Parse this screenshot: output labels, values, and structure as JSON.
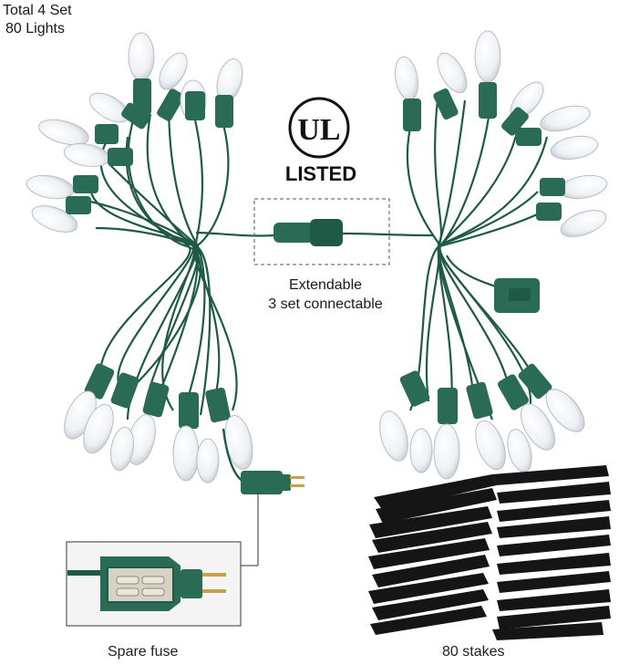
{
  "texts": {
    "total_sets": "Total 4 Set",
    "light_count": "80 Lights",
    "extendable": "Extendable",
    "connectable": "3 set connectable",
    "spare_fuse": "Spare fuse",
    "stakes": "80 stakes",
    "ul_mark": "UL",
    "ul_listed": "LISTED"
  },
  "colors": {
    "wire_green": "#1f5a46",
    "socket_green": "#2a6b55",
    "bulb_glass": "#eef1f4",
    "stake_black": "#151515",
    "plug_prong": "#c8a24a"
  },
  "icons": [
    "ul-listed-logo",
    "plug-icon",
    "fuse-holder-icon",
    "light-string-icon",
    "garden-stake-icon"
  ]
}
